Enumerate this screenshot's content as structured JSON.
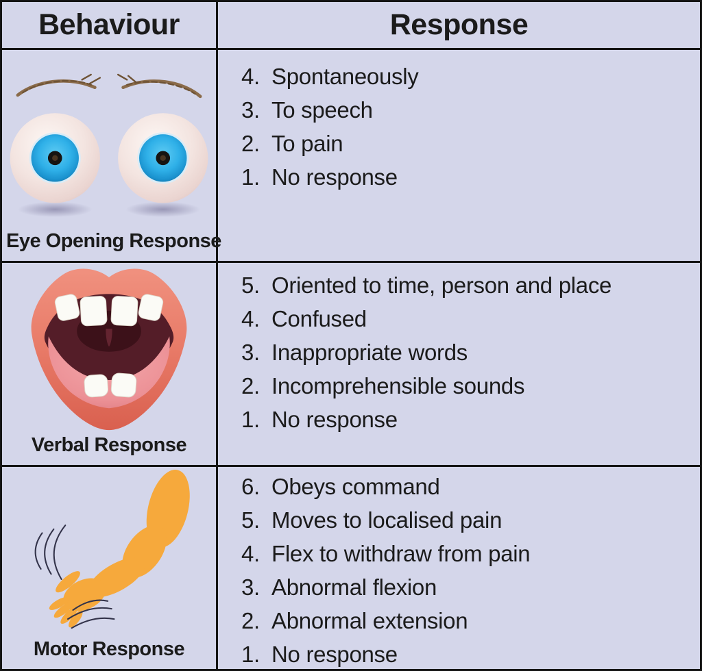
{
  "header": {
    "behaviour": "Behaviour",
    "response": "Response"
  },
  "rows": [
    {
      "icon": "eyes-icon",
      "label": "Eye Opening Response",
      "responses": [
        {
          "score": "4.",
          "text": "Spontaneously"
        },
        {
          "score": "3.",
          "text": "To speech"
        },
        {
          "score": "2.",
          "text": "To pain"
        },
        {
          "score": "1.",
          "text": "No response"
        }
      ]
    },
    {
      "icon": "mouth-icon",
      "label": "Verbal Response",
      "responses": [
        {
          "score": "5.",
          "text": "Oriented to time, person and place"
        },
        {
          "score": "4.",
          "text": "Confused"
        },
        {
          "score": "3.",
          "text": "Inappropriate words"
        },
        {
          "score": "2.",
          "text": "Incomprehensible sounds"
        },
        {
          "score": "1.",
          "text": "No response"
        }
      ]
    },
    {
      "icon": "arm-icon",
      "label": "Motor Response",
      "responses": [
        {
          "score": "6.",
          "text": "Obeys command"
        },
        {
          "score": "5.",
          "text": "Moves to localised pain"
        },
        {
          "score": "4.",
          "text": "Flex to withdraw from pain"
        },
        {
          "score": "3.",
          "text": "Abnormal flexion"
        },
        {
          "score": "2.",
          "text": "Abnormal extension"
        },
        {
          "score": "1.",
          "text": "No response"
        }
      ]
    }
  ],
  "colors": {
    "background": "#d4d6ea",
    "border": "#141414",
    "text": "#1b1b1b",
    "iris_blue": "#2aa8e0",
    "sclera_pink": "#f3e4e0",
    "eyebrow_brown": "#8a6b4a",
    "lip_coral": "#e87a67",
    "mouth_interior": "#541d28",
    "tongue_pink": "#ec9196",
    "tooth_white": "#fbfbf6",
    "arm_orange": "#f6a93c",
    "motion_line": "#33334a"
  }
}
